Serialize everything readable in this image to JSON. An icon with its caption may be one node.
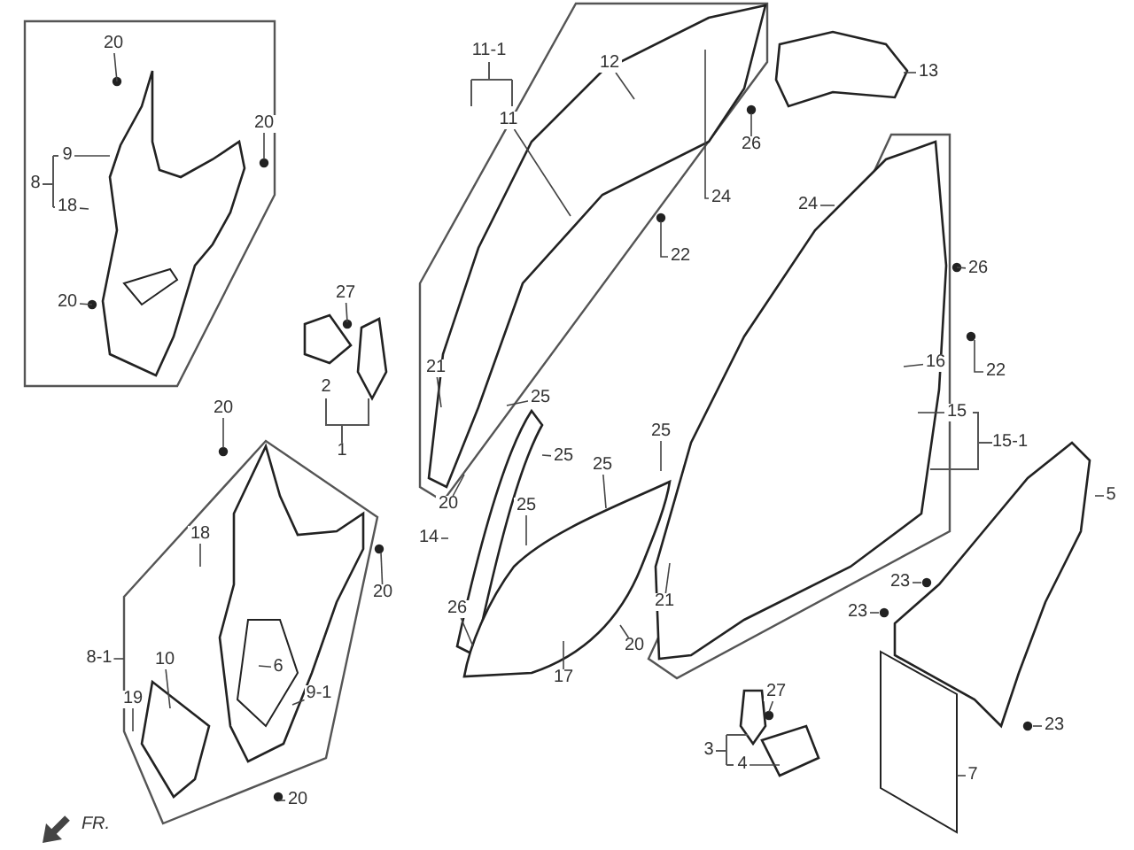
{
  "diagram": {
    "nodes": [
      {
        "text": [
          "20"
        ]
      },
      {
        "text": [
          "20"
        ]
      },
      {
        "text": [
          "9"
        ]
      },
      {
        "text": [
          "18"
        ]
      },
      {
        "text": [
          "20"
        ]
      },
      {
        "text": [
          "27"
        ]
      },
      {
        "text": [
          "21"
        ]
      },
      {
        "text": [
          "12"
        ]
      },
      {
        "text": [
          "11"
        ]
      },
      {
        "text": [
          "26"
        ]
      },
      {
        "text": [
          "24"
        ]
      },
      {
        "text": [
          "22"
        ]
      },
      {
        "text": [
          "13"
        ]
      },
      {
        "text": [
          "24"
        ]
      },
      {
        "text": [
          "26"
        ]
      },
      {
        "text": [
          "16"
        ]
      },
      {
        "text": [
          "22"
        ]
      },
      {
        "text": [
          "20"
        ]
      },
      {
        "text": [
          "25"
        ]
      },
      {
        "text": [
          "25"
        ]
      },
      {
        "text": [
          "25"
        ]
      },
      {
        "text": [
          "25"
        ]
      },
      {
        "text": [
          "25"
        ]
      },
      {
        "text": [
          "20"
        ]
      },
      {
        "text": [
          "14"
        ]
      },
      {
        "text": [
          "18"
        ]
      },
      {
        "text": [
          "20"
        ]
      },
      {
        "text": [
          "5"
        ]
      },
      {
        "text": [
          "23"
        ]
      },
      {
        "text": [
          "23"
        ]
      },
      {
        "text": [
          "26"
        ]
      },
      {
        "text": [
          "21"
        ]
      },
      {
        "text": [
          "20"
        ]
      },
      {
        "text": [
          "6"
        ]
      },
      {
        "text": [
          "10"
        ]
      },
      {
        "text": [
          "17"
        ]
      },
      {
        "text": [
          "9-1"
        ]
      },
      {
        "text": [
          "19"
        ]
      },
      {
        "text": [
          "27"
        ]
      },
      {
        "text": [
          "23"
        ]
      },
      {
        "text": [
          "4"
        ]
      },
      {
        "text": [
          "7"
        ]
      },
      {
        "text": [
          "20"
        ]
      },
      {
        "text": [
          "15"
        ]
      },
      {
        "text": [
          "8-1"
        ]
      }
    ],
    "edges": [
      {
        "from": 0,
        "to": null,
        "arrow": "none"
      },
      {
        "from": 1,
        "to": null,
        "arrow": "none"
      },
      {
        "from": 2,
        "to": null,
        "arrow": "none"
      },
      {
        "from": 3,
        "to": null,
        "arrow": "none"
      },
      {
        "from": 4,
        "to": null,
        "arrow": "none"
      },
      {
        "from": 5,
        "to": null,
        "arrow": "none"
      },
      {
        "from": 6,
        "to": null,
        "arrow": "none"
      },
      {
        "from": 7,
        "to": null,
        "arrow": "none"
      },
      {
        "from": 8,
        "to": null,
        "arrow": "none"
      },
      {
        "from": 9,
        "to": null,
        "arrow": "none"
      },
      {
        "from": 10,
        "to": null,
        "arrow": "none"
      },
      {
        "from": 11,
        "to": null,
        "arrow": "none"
      },
      {
        "from": 12,
        "to": null,
        "arrow": "none"
      },
      {
        "from": 13,
        "to": null,
        "arrow": "none"
      },
      {
        "from": 14,
        "to": null,
        "arrow": "none"
      },
      {
        "from": 15,
        "to": null,
        "arrow": "none"
      },
      {
        "from": 16,
        "to": null,
        "arrow": "none"
      },
      {
        "from": 17,
        "to": null,
        "arrow": "none"
      },
      {
        "from": 18,
        "to": null,
        "arrow": "none"
      },
      {
        "from": 19,
        "to": null,
        "arrow": "none"
      },
      {
        "from": 20,
        "to": null,
        "arrow": "none"
      },
      {
        "from": 21,
        "to": null,
        "arrow": "none"
      },
      {
        "from": 22,
        "to": null,
        "arrow": "none"
      },
      {
        "from": 23,
        "to": null,
        "arrow": "none"
      },
      {
        "from": 24,
        "to": null,
        "arrow": "none"
      },
      {
        "from": 25,
        "to": null,
        "arrow": "none"
      },
      {
        "from": 26,
        "to": null,
        "arrow": "none"
      },
      {
        "from": 27,
        "to": null,
        "arrow": "none"
      },
      {
        "from": 28,
        "to": null,
        "arrow": "none"
      },
      {
        "from": 29,
        "to": null,
        "arrow": "none"
      },
      {
        "from": 30,
        "to": null,
        "arrow": "none"
      },
      {
        "from": 31,
        "to": null,
        "arrow": "none"
      },
      {
        "from": 32,
        "to": null,
        "arrow": "none"
      },
      {
        "from": 33,
        "to": null,
        "arrow": "none"
      },
      {
        "from": 34,
        "to": null,
        "arrow": "none"
      },
      {
        "from": 35,
        "to": null,
        "arrow": "none"
      },
      {
        "from": 36,
        "to": null,
        "arrow": "none"
      },
      {
        "from": 37,
        "to": null,
        "arrow": "none"
      },
      {
        "from": 38,
        "to": null,
        "arrow": "none"
      },
      {
        "from": 39,
        "to": null,
        "arrow": "none"
      },
      {
        "from": 40,
        "to": null,
        "arrow": "none"
      },
      {
        "from": 41,
        "to": null,
        "arrow": "none"
      },
      {
        "from": 42,
        "to": null,
        "arrow": "none"
      },
      {
        "from": 43,
        "to": null,
        "arrow": "none"
      },
      {
        "from": 44,
        "to": null,
        "arrow": "none"
      }
    ],
    "labels": [
      "11-1",
      "8",
      "2",
      "1",
      "15-1",
      "3",
      "FR."
    ]
  }
}
